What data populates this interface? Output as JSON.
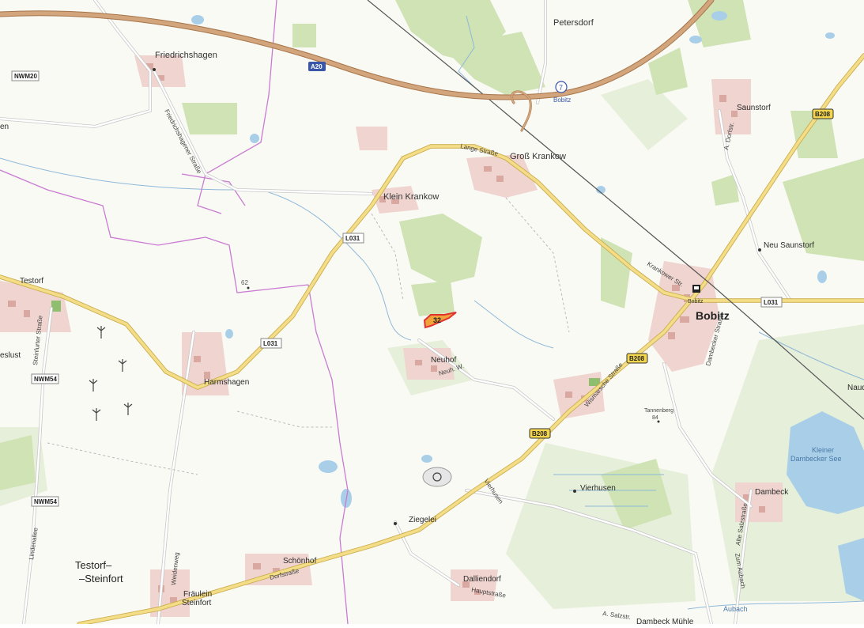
{
  "map": {
    "places": {
      "bobitz": "Bobitz",
      "gross_krankow": "Groß Krankow",
      "klein_krankow": "Klein Krankow",
      "friedrichshagen": "Friedrichshagen",
      "petersdorf": "Petersdorf",
      "saunstorf": "Saunstorf",
      "neu_saunstorf": "Neu Saunstorf",
      "testorf": "Testorf",
      "harmshagen": "Harmshagen",
      "neuhof": "Neuhof",
      "vierhusen": "Vierhusen",
      "ziegelei": "Ziegelei",
      "dalliendorf": "Dalliendorf",
      "dambeck": "Dambeck",
      "dambeck_muehle": "Dambeck Mühle",
      "schoenhof": "Schönhof",
      "fraeulein_steinfort_1": "Fräulein",
      "fraeulein_steinfort_2": "Steinfort",
      "testorf_steinfort_1": "Testorf–",
      "testorf_steinfort_2": "–Steinfort",
      "tannenberg": "Tannenberg",
      "tannenberg_height": "84",
      "bobitz_station": "Bobitz",
      "bobitz_junction": "Bobitz",
      "naudin_cut": "Naud",
      "lust_cut": "eslust",
      "en_cut": "en",
      "height_62": "62"
    },
    "roads": {
      "lange_strasse": "Lange Straße",
      "friedrichshagener_strasse": "Friedrichshagener Straße",
      "krankower_str": "Krankower Str.",
      "wismarsche_strasse": "Wismarsche Straße",
      "dambecker_strasse": "Dambecker Straße",
      "steinfurter_strasse": "Steinfurter Straße",
      "lindenallee": "Lindenallee",
      "weidenweg": "Weidenweg",
      "dorfstrasse": "Dorfstraße",
      "hauptstrasse": "Hauptstraße",
      "alte_salzstrasse": "Alte Salzstraße",
      "zum_aubach": "Zum Aubach",
      "a_salzstr": "A. Salzstr.",
      "a_dorfstr": "A. Dorfstr.",
      "neuh_w": "Neuh. W.",
      "vierhusen_road": "Vierhusen"
    },
    "shields": {
      "a20": "A20",
      "exit_7": "7",
      "nwm20": "NWM20",
      "nwm54_a": "NWM54",
      "nwm54_b": "NWM54",
      "l031_a": "L031",
      "l031_b": "L031",
      "l031_c": "L031",
      "b208_a": "B208",
      "b208_b": "B208",
      "b208_c": "B208"
    },
    "water": {
      "kleiner_dambecker_see_1": "Kleiner",
      "kleiner_dambecker_see_2": "Dambecker See",
      "aubach": "Aubach"
    },
    "marker": {
      "parcel_label": "32"
    },
    "colors": {
      "background": "#fafaf5",
      "forest": "#cfe3b5",
      "meadow": "#e6efd9",
      "water": "#a9cfe8",
      "urban": "#efd4cf",
      "building": "#d9a8a0",
      "motorway": "#c8956a",
      "primary": "#e8cf6a",
      "minor_road": "#ffffff",
      "boundary": "#c97bd1",
      "rail": "#555555",
      "parcel_fill": "#f2a23a",
      "parcel_stroke": "#e0332f"
    }
  }
}
